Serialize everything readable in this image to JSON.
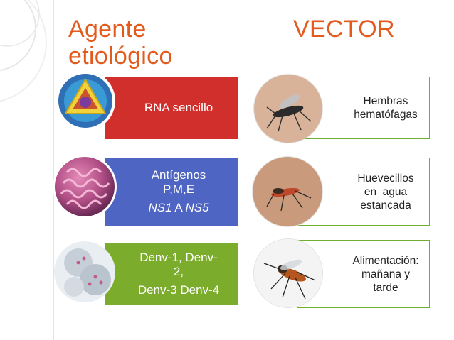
{
  "header": {
    "agent_title_line1": "Agente",
    "agent_title_line2": "etiológico",
    "vector_title": "VECTOR"
  },
  "agent_items": [
    {
      "line1": "RNA sencillo",
      "color": "#d12f2c"
    },
    {
      "line1": "Antígenos",
      "line2": "P,M,E",
      "line3_a": "NS1",
      "line3_b": " A ",
      "line3_c": "NS5",
      "color": "#4f65c4"
    },
    {
      "line1": "Denv-1, Denv-",
      "line2": "2,",
      "line3": "Denv-3 Denv-4",
      "color": "#7bac2c"
    }
  ],
  "vector_items": [
    {
      "line1": "Hembras",
      "line2": "hematófagas"
    },
    {
      "line1": "Huevecillos",
      "line2": "en  agua",
      "line3": "estancada"
    },
    {
      "line1": "Alimentación:",
      "line2": "mañana y",
      "line3": "tarde"
    }
  ],
  "colors": {
    "title": "#e35a1d",
    "border_green": "#6fae2e"
  },
  "icons": [
    "virus-icon",
    "virus-icon",
    "virus-icon",
    "mosquito-icon",
    "mosquito-icon",
    "mosquito-icon"
  ]
}
